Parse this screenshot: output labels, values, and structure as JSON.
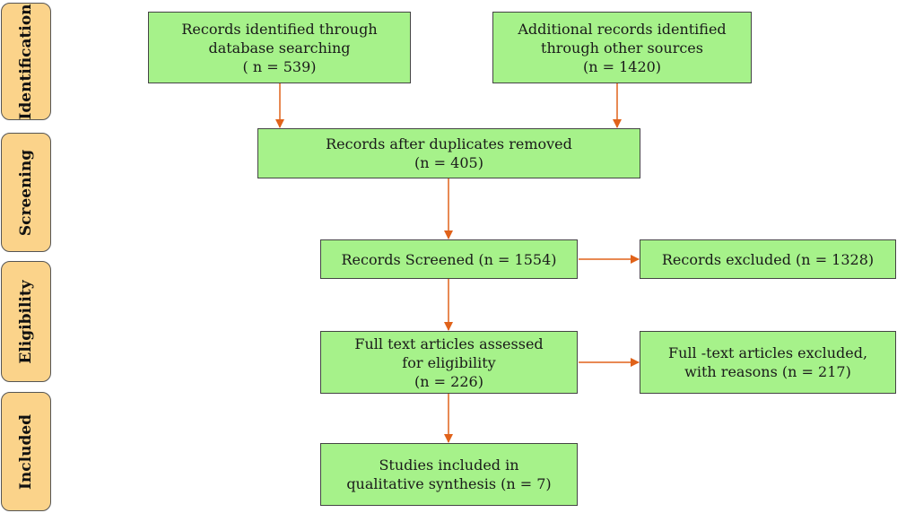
{
  "stages": [
    {
      "id": "identification",
      "label": "Identification"
    },
    {
      "id": "screening",
      "label": "Screening"
    },
    {
      "id": "eligibility",
      "label": "Eligibility"
    },
    {
      "id": "included",
      "label": "Included"
    }
  ],
  "boxes": {
    "database": {
      "line1": "Records identified through",
      "line2": "database searching",
      "line3": "( n = 539)"
    },
    "other": {
      "line1": "Additional records identified",
      "line2": "through other sources",
      "line3": "(n = 1420)"
    },
    "duplicates": {
      "line1": "Records after duplicates removed",
      "line2": "(n = 405)"
    },
    "screened": {
      "line1": "Records Screened (n = 1554)"
    },
    "excluded": {
      "line1": "Records excluded (n = 1328)"
    },
    "fulltext": {
      "line1": "Full text articles assessed",
      "line2": "for eligibility",
      "line3": "(n = 226)"
    },
    "fulltext_excluded": {
      "line1": "Full -text articles excluded,",
      "line2": "with reasons (n = 217)"
    },
    "included": {
      "line1": "Studies included in",
      "line2": "qualitative synthesis  (n = 7)"
    }
  },
  "colors": {
    "box_fill": "#a6f28a",
    "stage_fill": "#fbd38a",
    "arrow": "#e0621a"
  }
}
